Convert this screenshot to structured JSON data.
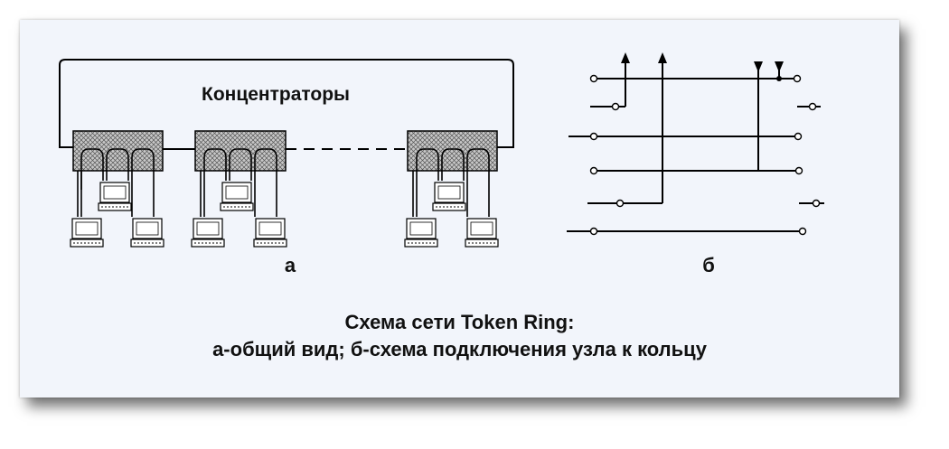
{
  "diagram": {
    "hub_label": "Концентраторы",
    "label_a": "а",
    "label_b": "б"
  },
  "caption": {
    "line1": "Схема сети Token Ring:",
    "line2": "а-общий вид; б-схема подключения узла к кольцу"
  }
}
